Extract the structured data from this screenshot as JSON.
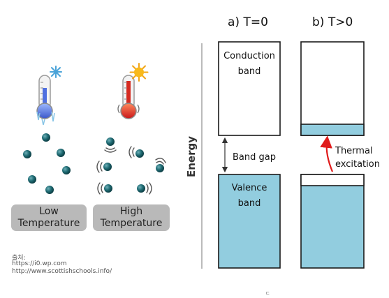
{
  "left_panel": {
    "cold_label": [
      "Low",
      "Temperature"
    ],
    "hot_label": [
      "High",
      "Temperature"
    ],
    "source_label": "출처:",
    "source_urls": [
      "https://i0.wp.com",
      "http://www.scottishschools.info/"
    ],
    "icons": [
      "cold-thermometer-icon",
      "snowflake-icon",
      "hot-thermometer-icon",
      "sun-icon"
    ]
  },
  "band_diagram": {
    "header_a": "a) T=0",
    "header_b": "b) T>0",
    "axis_label": "Energy",
    "conduction_label": [
      "Conduction",
      "band"
    ],
    "valence_label": [
      "Valence",
      "band"
    ],
    "gap_label": "Band gap",
    "excitation_label": [
      "Thermal",
      "excitation"
    ],
    "colors": {
      "band_fill": "#92cddf",
      "band_stroke": "#1a1a1a",
      "arrow": "#e01b1b"
    }
  },
  "footer_mark": "ᄃ"
}
